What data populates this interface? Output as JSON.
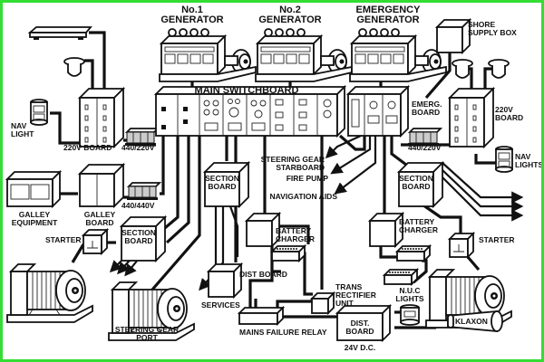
{
  "diagram": {
    "title": "Ship electrical power distribution system",
    "colors": {
      "line": "#111111",
      "background": "#ffffff",
      "frame": "#33dd33"
    },
    "generators": [
      {
        "id": "gen1",
        "label_line1": "No.1",
        "label_line2": "GENERATOR"
      },
      {
        "id": "gen2",
        "label_line1": "No.2",
        "label_line2": "GENERATOR"
      },
      {
        "id": "gen-emerg",
        "label_line1": "EMERGENCY",
        "label_line2": "GENERATOR"
      }
    ],
    "main_switchboard": {
      "label": "MAIN SWITCHBOARD"
    },
    "emergency_board": {
      "label_line1": "EMERG.",
      "label_line2": "BOARD"
    },
    "shore_supply": {
      "label_line1": "SHORE",
      "label_line2": "SUPPLY BOX"
    },
    "left_220v_board": {
      "label": "220V BOARD"
    },
    "right_220v_board": {
      "label_line1": "220V",
      "label_line2": "BOARD"
    },
    "transformers": [
      {
        "id": "tx-left",
        "label": "440/220V"
      },
      {
        "id": "tx-galley",
        "label": "440/440V"
      },
      {
        "id": "tx-right",
        "label": "440/220V"
      }
    ],
    "nav_light": {
      "label_line1": "NAV",
      "label_line2": "LIGHT"
    },
    "nav_lights": {
      "label_line1": "NAV",
      "label_line2": "LIGHTS"
    },
    "galley_equipment": {
      "label_line1": "GALLEY",
      "label_line2": "EQUIPMENT"
    },
    "galley_board": {
      "label_line1": "GALLEY",
      "label_line2": "BOARD"
    },
    "section_boards": [
      {
        "id": "sb-center",
        "label_line1": "SECTION",
        "label_line2": "BOARD"
      },
      {
        "id": "sb-left",
        "label_line1": "SECTION",
        "label_line2": "BOARD"
      },
      {
        "id": "sb-right",
        "label_line1": "SECTION",
        "label_line2": "BOARD"
      }
    ],
    "starters": [
      {
        "id": "starter-left",
        "label": "STARTER"
      },
      {
        "id": "starter-right",
        "label": "STARTER"
      }
    ],
    "steering_gear_port": {
      "label_line1": "STEERING GEAR",
      "label_line2": "PORT"
    },
    "feeders": [
      {
        "label_line1": "STEERING GEAR",
        "label_line2": "STARBOARD"
      },
      {
        "label_line1": "FIRE PUMP",
        "label_line2": ""
      },
      {
        "label_line1": "NAVIGATION AIDS",
        "label_line2": ""
      }
    ],
    "battery_chargers": [
      {
        "id": "bc-left",
        "label_line1": "BATTERY",
        "label_line2": "CHARGER"
      },
      {
        "id": "bc-right",
        "label_line1": "BATTERY",
        "label_line2": "CHARGER"
      }
    ],
    "dist_board": {
      "label": "DIST BOARD"
    },
    "services": {
      "label": "SERVICES"
    },
    "trans_rectifier": {
      "label_line1": "TRANS",
      "label_line2": "RECTIFIER",
      "label_line3": "UNIT"
    },
    "mains_failure_relay": {
      "label": "MAINS FAILURE RELAY"
    },
    "dc_dist_board": {
      "label_line1": "DIST.",
      "label_line2": "BOARD",
      "voltage": "24V D.C."
    },
    "nuc_lights": {
      "label_line1": "N.U.C",
      "label_line2": "LIGHTS"
    },
    "klaxon": {
      "label": "KLAXON"
    }
  }
}
